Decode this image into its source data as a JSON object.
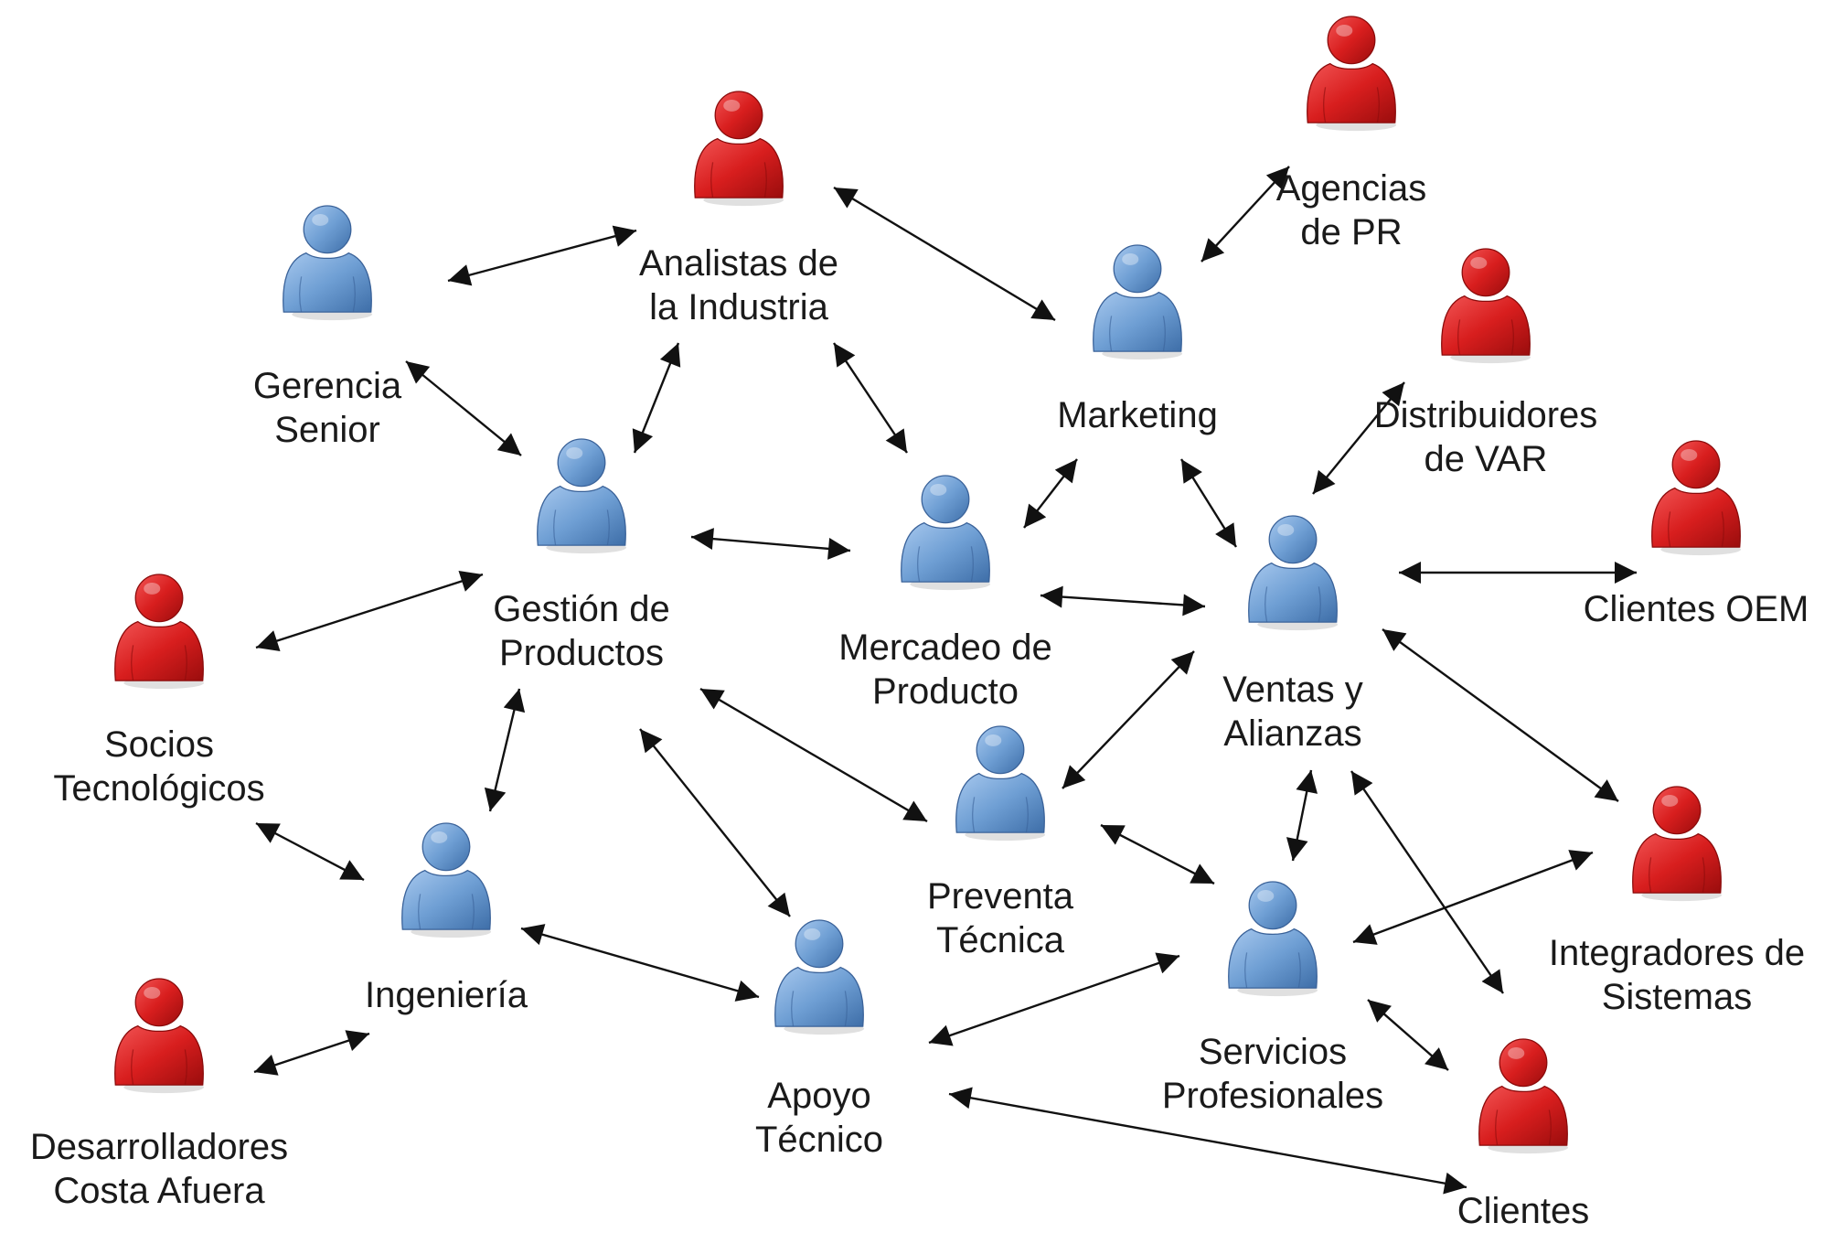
{
  "colors": {
    "internal": "#6f9fd4",
    "external": "#d81e1e",
    "arrow": "#111111"
  },
  "nodes": [
    {
      "id": "agencias-pr",
      "type": "external",
      "label": [
        "Agencias",
        "de PR"
      ]
    },
    {
      "id": "analistas",
      "type": "external",
      "label": [
        "Analistas de",
        "la Industria"
      ]
    },
    {
      "id": "gerencia",
      "type": "internal",
      "label": [
        "Gerencia",
        "Senior"
      ]
    },
    {
      "id": "marketing",
      "type": "internal",
      "label": [
        "Marketing"
      ]
    },
    {
      "id": "distribuidores",
      "type": "external",
      "label": [
        "Distribuidores",
        "de VAR"
      ]
    },
    {
      "id": "gestion",
      "type": "internal",
      "label": [
        "Gestión de",
        "Productos"
      ]
    },
    {
      "id": "mercadeo",
      "type": "internal",
      "label": [
        "Mercadeo de",
        "Producto"
      ]
    },
    {
      "id": "clientes-oem",
      "type": "external",
      "label": [
        "Clientes OEM"
      ]
    },
    {
      "id": "ventas",
      "type": "internal",
      "label": [
        "Ventas y",
        "Alianzas"
      ]
    },
    {
      "id": "socios",
      "type": "external",
      "label": [
        "Socios",
        "Tecnológicos"
      ]
    },
    {
      "id": "preventa",
      "type": "internal",
      "label": [
        "Preventa",
        "Técnica"
      ]
    },
    {
      "id": "ingenieria",
      "type": "internal",
      "label": [
        "Ingeniería"
      ]
    },
    {
      "id": "integradores",
      "type": "external",
      "label": [
        "Integradores de",
        "Sistemas"
      ]
    },
    {
      "id": "servicios",
      "type": "internal",
      "label": [
        "Servicios",
        "Profesionales"
      ]
    },
    {
      "id": "apoyo",
      "type": "internal",
      "label": [
        "Apoyo",
        "Técnico"
      ]
    },
    {
      "id": "desarrolladores",
      "type": "external",
      "label": [
        "Desarrolladores",
        "Costa Afuera"
      ]
    },
    {
      "id": "clientes",
      "type": "external",
      "label": [
        "Clientes"
      ]
    }
  ],
  "edges": [
    [
      "gerencia",
      "analistas"
    ],
    [
      "analistas",
      "marketing"
    ],
    [
      "marketing",
      "agencias-pr"
    ],
    [
      "gerencia",
      "gestion"
    ],
    [
      "analistas",
      "gestion"
    ],
    [
      "analistas",
      "mercadeo"
    ],
    [
      "gestion",
      "mercadeo"
    ],
    [
      "mercadeo",
      "marketing"
    ],
    [
      "marketing",
      "ventas"
    ],
    [
      "ventas",
      "distribuidores"
    ],
    [
      "mercadeo",
      "ventas"
    ],
    [
      "ventas",
      "clientes-oem"
    ],
    [
      "gestion",
      "socios"
    ],
    [
      "gestion",
      "ingenieria"
    ],
    [
      "gestion",
      "preventa"
    ],
    [
      "gestion",
      "apoyo"
    ],
    [
      "ventas",
      "preventa"
    ],
    [
      "ventas",
      "integradores"
    ],
    [
      "ventas",
      "servicios"
    ],
    [
      "ventas",
      "clientes"
    ],
    [
      "socios",
      "ingenieria"
    ],
    [
      "ingenieria",
      "apoyo"
    ],
    [
      "ingenieria",
      "desarrolladores"
    ],
    [
      "preventa",
      "servicios"
    ],
    [
      "servicios",
      "integradores"
    ],
    [
      "servicios",
      "apoyo"
    ],
    [
      "servicios",
      "clientes"
    ],
    [
      "apoyo",
      "clientes"
    ]
  ]
}
